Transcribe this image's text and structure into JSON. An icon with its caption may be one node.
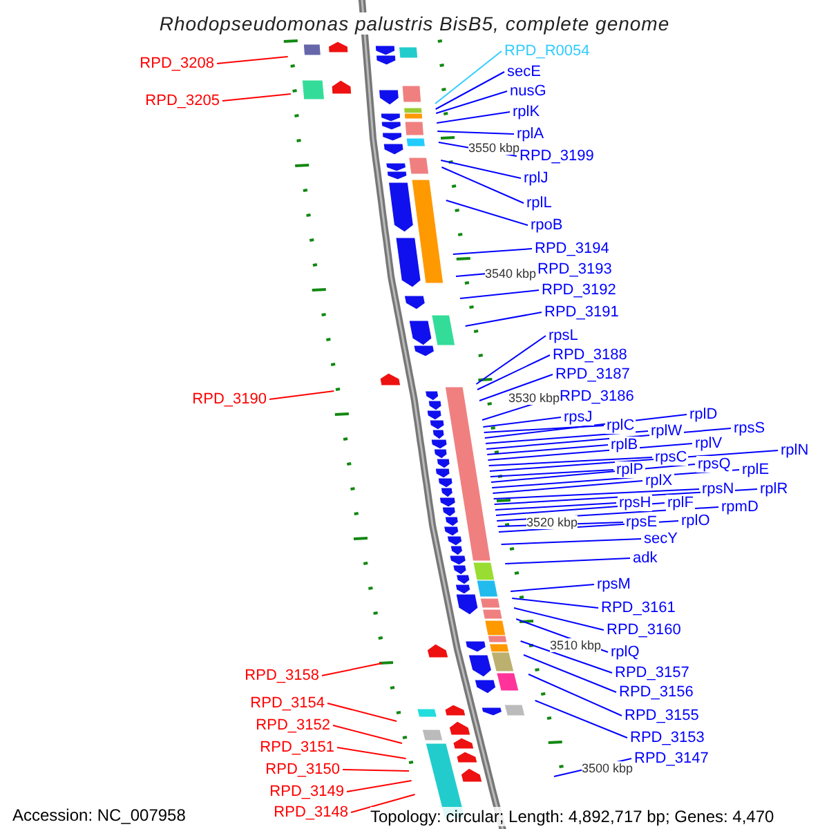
{
  "diagram": {
    "title": "Rhodopseudomonas palustris BisB5, complete genome",
    "nodes": [
      {
        "text": [
          "RPD_R0054"
        ]
      },
      {
        "text": [
          "secE"
        ]
      },
      {
        "text": [
          "nusG"
        ]
      },
      {
        "text": [
          "rplK"
        ]
      },
      {
        "text": [
          "rplA"
        ]
      },
      {
        "text": [
          "RPD_3199"
        ]
      },
      {
        "text": [
          "rplJ"
        ]
      },
      {
        "text": [
          "rplL"
        ]
      },
      {
        "text": [
          "rpoB"
        ]
      },
      {
        "text": [
          "RPD_3194"
        ]
      },
      {
        "text": [
          "RPD_3193"
        ]
      },
      {
        "text": [
          "RPD_3192"
        ]
      },
      {
        "text": [
          "RPD_3191"
        ]
      },
      {
        "text": [
          "rpsL"
        ]
      },
      {
        "text": [
          "RPD_3188"
        ]
      },
      {
        "text": [
          "RPD_3187"
        ]
      },
      {
        "text": [
          "RPD_3186"
        ]
      },
      {
        "text": [
          "rpsJ"
        ]
      },
      {
        "text": [
          "rplC"
        ]
      },
      {
        "text": [
          "rplD"
        ]
      },
      {
        "text": [
          "rplW"
        ]
      },
      {
        "text": [
          "rpsS"
        ]
      },
      {
        "text": [
          "rplB"
        ]
      },
      {
        "text": [
          "rplV"
        ]
      },
      {
        "text": [
          "rpsC"
        ]
      },
      {
        "text": [
          "rplN"
        ]
      },
      {
        "text": [
          "rplP"
        ]
      },
      {
        "text": [
          "rpsQ"
        ]
      },
      {
        "text": [
          "rplE"
        ]
      },
      {
        "text": [
          "rplX"
        ]
      },
      {
        "text": [
          "rpsN"
        ]
      },
      {
        "text": [
          "rplR"
        ]
      },
      {
        "text": [
          "rpsH"
        ]
      },
      {
        "text": [
          "rplF"
        ]
      },
      {
        "text": [
          "rpmD"
        ]
      },
      {
        "text": [
          "rpsE"
        ]
      },
      {
        "text": [
          "rplO"
        ]
      },
      {
        "text": [
          "secY"
        ]
      },
      {
        "text": [
          "adk"
        ]
      },
      {
        "text": [
          "rpsM"
        ]
      },
      {
        "text": [
          "RPD_3161"
        ]
      },
      {
        "text": [
          "RPD_3160"
        ]
      },
      {
        "text": [
          "rplQ"
        ]
      },
      {
        "text": [
          "RPD_3157"
        ]
      },
      {
        "text": [
          "RPD_3156"
        ]
      },
      {
        "text": [
          "RPD_3155"
        ]
      },
      {
        "text": [
          "RPD_3153"
        ]
      },
      {
        "text": [
          "RPD_3147"
        ]
      },
      {
        "text": [
          "RPD_3208"
        ]
      },
      {
        "text": [
          "RPD_3205"
        ]
      },
      {
        "text": [
          "RPD_3190"
        ]
      },
      {
        "text": [
          "RPD_3158"
        ]
      },
      {
        "text": [
          "RPD_3154"
        ]
      },
      {
        "text": [
          "RPD_3152"
        ]
      },
      {
        "text": [
          "RPD_3151"
        ]
      },
      {
        "text": [
          "RPD_3150"
        ]
      },
      {
        "text": [
          "RPD_3149"
        ]
      },
      {
        "text": [
          "RPD_3148"
        ]
      }
    ],
    "edges": [
      {
        "from": 0,
        "to": null,
        "arrow": "none",
        "color": "#33ccff"
      },
      {
        "from": 1,
        "to": null,
        "arrow": "none"
      },
      {
        "from": 2,
        "to": null,
        "arrow": "none"
      },
      {
        "from": 3,
        "to": null,
        "arrow": "none"
      },
      {
        "from": 4,
        "to": null,
        "arrow": "none"
      },
      {
        "from": 5,
        "to": null,
        "arrow": "none"
      },
      {
        "from": 6,
        "to": null,
        "arrow": "none"
      },
      {
        "from": 7,
        "to": null,
        "arrow": "none"
      },
      {
        "from": 8,
        "to": null,
        "arrow": "none"
      },
      {
        "from": 9,
        "to": null,
        "arrow": "none"
      },
      {
        "from": 10,
        "to": null,
        "arrow": "none"
      },
      {
        "from": 11,
        "to": null,
        "arrow": "none"
      },
      {
        "from": 12,
        "to": null,
        "arrow": "none"
      },
      {
        "from": 13,
        "to": null,
        "arrow": "none"
      },
      {
        "from": 14,
        "to": null,
        "arrow": "none"
      },
      {
        "from": 15,
        "to": null,
        "arrow": "none"
      },
      {
        "from": 16,
        "to": null,
        "arrow": "none"
      },
      {
        "from": 17,
        "to": null,
        "arrow": "none"
      },
      {
        "from": 18,
        "to": null,
        "arrow": "none"
      },
      {
        "from": 19,
        "to": null,
        "arrow": "none"
      },
      {
        "from": 20,
        "to": null,
        "arrow": "none"
      },
      {
        "from": 21,
        "to": null,
        "arrow": "none"
      },
      {
        "from": 22,
        "to": null,
        "arrow": "none"
      },
      {
        "from": 23,
        "to": null,
        "arrow": "none"
      },
      {
        "from": 24,
        "to": null,
        "arrow": "none"
      },
      {
        "from": 25,
        "to": null,
        "arrow": "none"
      },
      {
        "from": 26,
        "to": null,
        "arrow": "none"
      },
      {
        "from": 27,
        "to": null,
        "arrow": "none"
      },
      {
        "from": 28,
        "to": null,
        "arrow": "none"
      },
      {
        "from": 29,
        "to": null,
        "arrow": "none"
      },
      {
        "from": 30,
        "to": null,
        "arrow": "none"
      },
      {
        "from": 31,
        "to": null,
        "arrow": "none"
      },
      {
        "from": 32,
        "to": null,
        "arrow": "none"
      },
      {
        "from": 33,
        "to": null,
        "arrow": "none"
      },
      {
        "from": 34,
        "to": null,
        "arrow": "none"
      },
      {
        "from": 35,
        "to": null,
        "arrow": "none"
      },
      {
        "from": 36,
        "to": null,
        "arrow": "none"
      },
      {
        "from": 37,
        "to": null,
        "arrow": "none"
      },
      {
        "from": 38,
        "to": null,
        "arrow": "none"
      },
      {
        "from": 39,
        "to": null,
        "arrow": "none"
      },
      {
        "from": 40,
        "to": null,
        "arrow": "none"
      },
      {
        "from": 41,
        "to": null,
        "arrow": "none"
      },
      {
        "from": 42,
        "to": null,
        "arrow": "none"
      },
      {
        "from": 43,
        "to": null,
        "arrow": "none"
      },
      {
        "from": 44,
        "to": null,
        "arrow": "none"
      },
      {
        "from": 45,
        "to": null,
        "arrow": "none"
      },
      {
        "from": 46,
        "to": null,
        "arrow": "none"
      },
      {
        "from": 47,
        "to": null,
        "arrow": "none"
      },
      {
        "from": 48,
        "to": null,
        "arrow": "none",
        "color": "#ff0000"
      },
      {
        "from": 49,
        "to": null,
        "arrow": "none",
        "color": "#ff0000"
      },
      {
        "from": 50,
        "to": null,
        "arrow": "none",
        "color": "#ff0000"
      },
      {
        "from": 51,
        "to": null,
        "arrow": "none",
        "color": "#ff0000"
      },
      {
        "from": 52,
        "to": null,
        "arrow": "none",
        "color": "#ff0000"
      },
      {
        "from": 53,
        "to": null,
        "arrow": "none",
        "color": "#ff0000"
      },
      {
        "from": 54,
        "to": null,
        "arrow": "none",
        "color": "#ff0000"
      },
      {
        "from": 55,
        "to": null,
        "arrow": "none",
        "color": "#ff0000"
      },
      {
        "from": 56,
        "to": null,
        "arrow": "none",
        "color": "#ff0000"
      },
      {
        "from": 57,
        "to": null,
        "arrow": "none",
        "color": "#ff0000"
      }
    ],
    "labels": [
      "3550 kbp",
      "3540 kbp",
      "3530 kbp",
      "3520 kbp",
      "3510 kbp",
      "3500 kbp",
      "Accession: NC_007958",
      "Topology: circular; Length: 4,892,717 bp; Genes: 4,470"
    ]
  }
}
